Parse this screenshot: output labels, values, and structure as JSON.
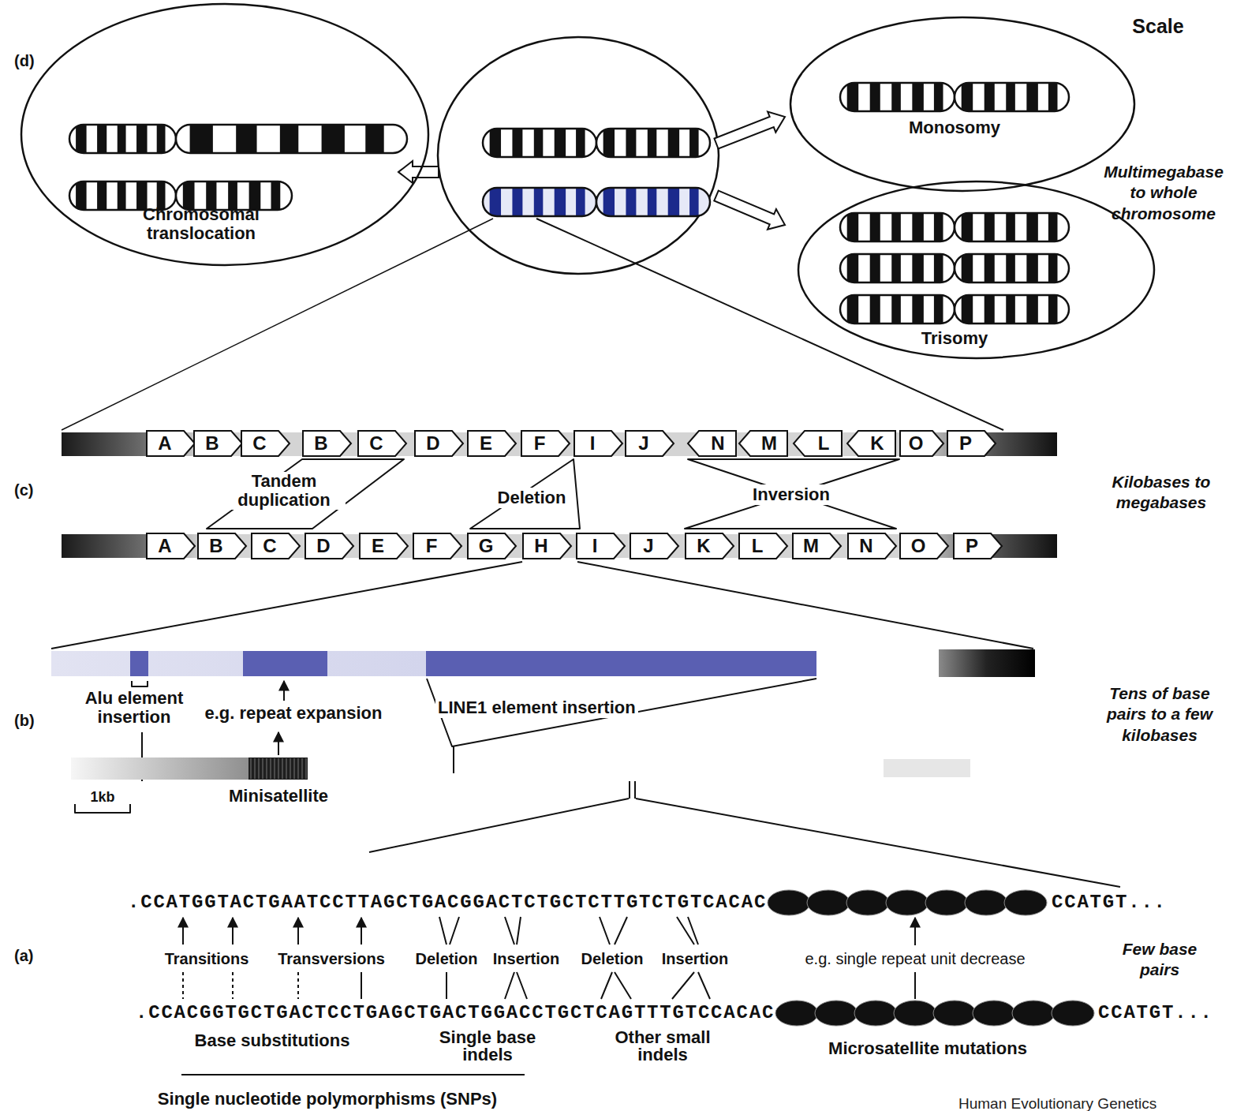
{
  "diagram": {
    "nodes": [
      {
        "text": [
          "Chromosomal translocation"
        ]
      },
      {
        "text": [
          "Monosomy"
        ]
      },
      {
        "text": [
          "Trisomy"
        ]
      },
      {
        "text": [
          "A"
        ]
      },
      {
        "text": [
          "B"
        ]
      },
      {
        "text": [
          "C"
        ]
      },
      {
        "text": [
          "B"
        ]
      },
      {
        "text": [
          "C"
        ]
      },
      {
        "text": [
          "D"
        ]
      },
      {
        "text": [
          "E"
        ]
      },
      {
        "text": [
          "F"
        ]
      },
      {
        "text": [
          "I"
        ]
      },
      {
        "text": [
          "J"
        ]
      },
      {
        "text": [
          "N"
        ]
      },
      {
        "text": [
          "M"
        ]
      },
      {
        "text": [
          "L"
        ]
      },
      {
        "text": [
          "K"
        ]
      },
      {
        "text": [
          "O"
        ]
      },
      {
        "text": [
          "P"
        ]
      },
      {
        "text": [
          "A"
        ]
      },
      {
        "text": [
          "B"
        ]
      },
      {
        "text": [
          "C"
        ]
      },
      {
        "text": [
          "D"
        ]
      },
      {
        "text": [
          "E"
        ]
      },
      {
        "text": [
          "F"
        ]
      },
      {
        "text": [
          "G"
        ]
      },
      {
        "text": [
          "H"
        ]
      },
      {
        "text": [
          "I"
        ]
      },
      {
        "text": [
          "J"
        ]
      },
      {
        "text": [
          "K"
        ]
      },
      {
        "text": [
          "L"
        ]
      },
      {
        "text": [
          "M"
        ]
      },
      {
        "text": [
          "N"
        ]
      },
      {
        "text": [
          "O"
        ]
      },
      {
        "text": [
          "P"
        ]
      }
    ],
    "labels": [
      "Scale",
      "(d)",
      "Multimegabase to whole chromosome",
      "(c)",
      "Kilobases to megabases",
      "Tandem duplication",
      "Deletion",
      "Inversion",
      "(b)",
      "Tens of base pairs to a few kilobases",
      "Alu element insertion",
      "e.g. repeat expansion",
      "LINE1 element insertion",
      "1kb",
      "Minisatellite",
      "(a)",
      "Few base pairs",
      ".CCATGGTACTGAATCCTTAGCTGACGGACTCTGCTCTTGTCTGTCACAC",
      "CCATGT...",
      "Transitions",
      "Transversions",
      "Deletion",
      "Insertion",
      "Deletion",
      "Insertion",
      "e.g. single repeat unit decrease",
      ".CCACGGTGCTGACTCCTGAGCTGACTGGACCTGCTCAGTTTGTCCACAC",
      "CCATGT...",
      "Base substitutions",
      "Single base indels",
      "Other small indels",
      "Microsatellite mutations",
      "Single nucleotide polymorphisms (SNPs)",
      "Human Evolutionary Genetics"
    ]
  }
}
